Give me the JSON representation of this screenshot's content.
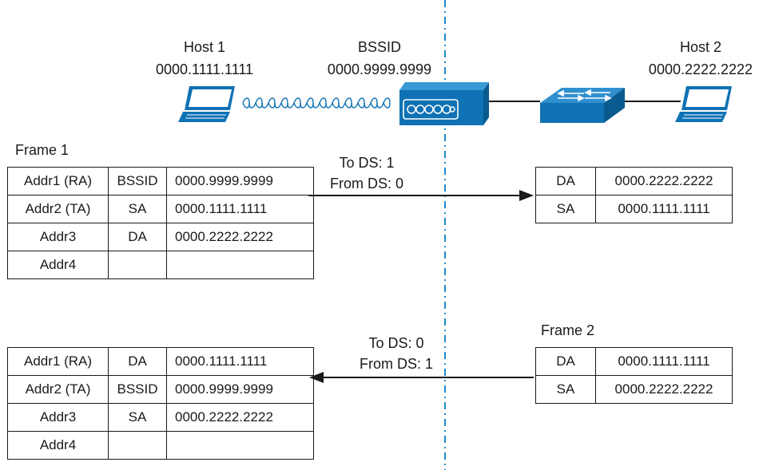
{
  "hosts": {
    "host1": {
      "name": "Host 1",
      "mac": "0000.1111.1111"
    },
    "ap": {
      "name": "BSSID",
      "mac": "0000.9999.9999"
    },
    "host2": {
      "name": "Host 2",
      "mac": "0000.2222.2222"
    }
  },
  "frame1": {
    "title": "Frame 1",
    "rows": [
      {
        "field": "Addr1 (RA)",
        "role": "BSSID",
        "value": "0000.9999.9999"
      },
      {
        "field": "Addr2 (TA)",
        "role": "SA",
        "value": "0000.1111.1111"
      },
      {
        "field": "Addr3",
        "role": "DA",
        "value": "0000.2222.2222"
      },
      {
        "field": "Addr4",
        "role": "",
        "value": ""
      }
    ],
    "ds_to": "To DS: 1",
    "ds_from": "From DS: 0",
    "output": [
      {
        "role": "DA",
        "value": "0000.2222.2222"
      },
      {
        "role": "SA",
        "value": "0000.1111.1111"
      }
    ]
  },
  "frame2": {
    "title": "Frame 2",
    "input": [
      {
        "role": "DA",
        "value": "0000.1111.1111"
      },
      {
        "role": "SA",
        "value": "0000.2222.2222"
      }
    ],
    "ds_to": "To DS: 0",
    "ds_from": "From DS: 1",
    "rows": [
      {
        "field": "Addr1 (RA)",
        "role": "DA",
        "value": "0000.1111.1111"
      },
      {
        "field": "Addr2 (TA)",
        "role": "BSSID",
        "value": "0000.9999.9999"
      },
      {
        "field": "Addr3",
        "role": "SA",
        "value": "0000.2222.2222"
      },
      {
        "field": "Addr4",
        "role": "",
        "value": ""
      }
    ]
  },
  "colors": {
    "device_blue": "#0f72b4",
    "divider_blue": "#1f8ccc",
    "line": "#1a1a1a"
  }
}
